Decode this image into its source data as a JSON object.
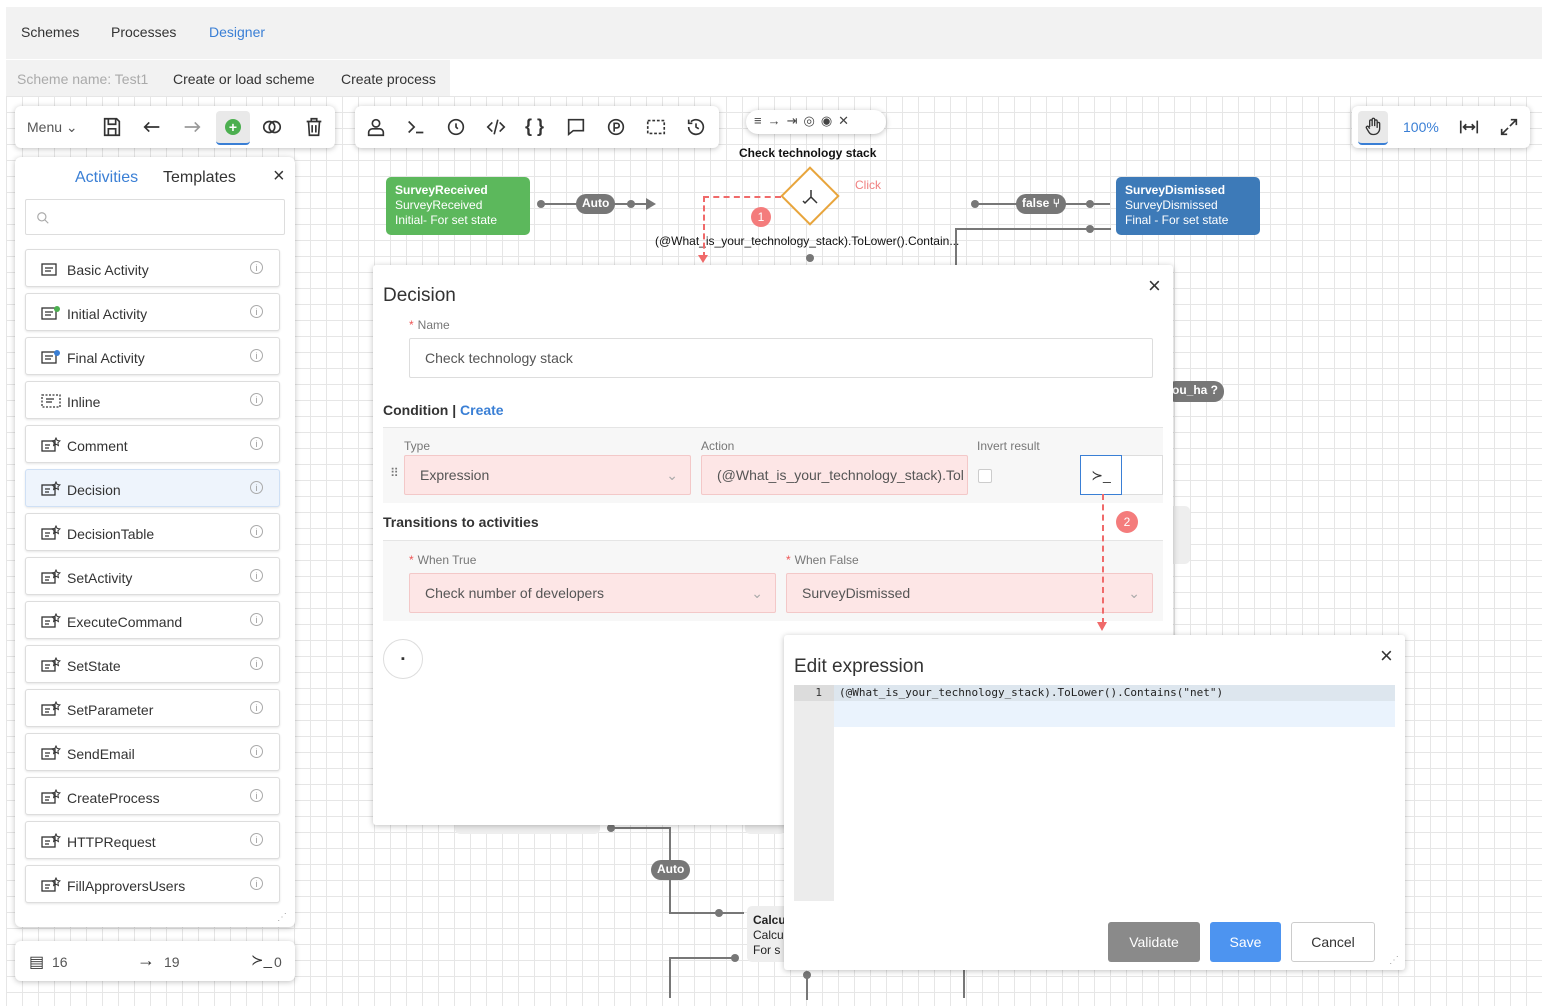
{
  "nav": {
    "tabs": [
      "Schemes",
      "Processes",
      "Designer"
    ]
  },
  "subbar": {
    "scheme_name": "Scheme name: Test1",
    "create_load": "Create or load scheme",
    "create_process": "Create process"
  },
  "toolbar": {
    "menu_label": "Menu"
  },
  "zoom": {
    "level": "100%"
  },
  "side": {
    "tab_activities": "Activities",
    "tab_templates": "Templates",
    "search_placeholder": "",
    "items": [
      "Basic Activity",
      "Initial Activity",
      "Final Activity",
      "Inline",
      "Comment",
      "Decision",
      "DecisionTable",
      "SetActivity",
      "ExecuteCommand",
      "SetState",
      "SetParameter",
      "SendEmail",
      "CreateProcess",
      "HTTPRequest",
      "FillApproversUsers"
    ]
  },
  "stats": {
    "activities": "16",
    "transitions": "19",
    "commands": "0"
  },
  "diagram": {
    "node1": {
      "title": "SurveyReceived",
      "sub": "SurveyReceived",
      "state": "Initial- For set state"
    },
    "node2": {
      "title": "SurveyDismissed",
      "sub": "SurveyDismissed",
      "state": "Final - For set state"
    },
    "decision_title": "Check technology stack",
    "click_hint": "Click",
    "condition_text": "(@What_is_your_technology_stack).ToLower().Contain...",
    "auto1": "Auto",
    "auto2": "Auto",
    "false_label": "false",
    "partial_label": "ou_ha ?",
    "calc_line1": "Calcu",
    "calc_line2": "Calcu",
    "calc_line3": "For s",
    "marker1": "1",
    "marker2": "2"
  },
  "decision_dialog": {
    "title": "Decision",
    "name_label": "Name",
    "name_value": "Check technology stack",
    "condition_label": "Condition",
    "create_link": "Create",
    "type_label": "Type",
    "type_value": "Expression",
    "action_label": "Action",
    "action_value": "(@What_is_your_technology_stack).Tol",
    "invert_label": "Invert result",
    "transitions_label": "Transitions to activities",
    "when_true_label": "When True",
    "when_true_value": "Check number of developers",
    "when_false_label": "When False",
    "when_false_value": "SurveyDismissed"
  },
  "expr_dialog": {
    "title": "Edit expression",
    "line_no": "1",
    "code": "(@What_is_your_technology_stack).ToLower().Contains(\"net\")",
    "validate": "Validate",
    "save": "Save",
    "cancel": "Cancel"
  }
}
